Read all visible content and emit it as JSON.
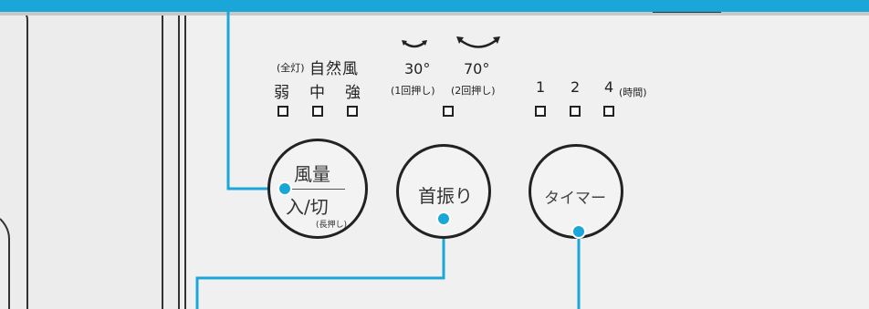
{
  "panel": {
    "light_label_prefix": "(全灯)",
    "light_label_main": "自然風",
    "strength": [
      "弱",
      "中",
      "強"
    ],
    "swing": {
      "angle_a": "30°",
      "angle_b": "70°",
      "press_a": "(1回押し)",
      "press_b": "(2回押し)"
    },
    "timer": {
      "hours": [
        "1",
        "2",
        "4"
      ],
      "unit": "(時間)"
    }
  },
  "buttons": {
    "fan": {
      "top": "風量",
      "bottom": "入/切",
      "note": "(長押し)"
    },
    "swing": "首振り",
    "timer": "タイマー"
  },
  "colors": {
    "accent": "#1aa7d8",
    "panel": "#f0f0f0",
    "edge": "#222222"
  }
}
